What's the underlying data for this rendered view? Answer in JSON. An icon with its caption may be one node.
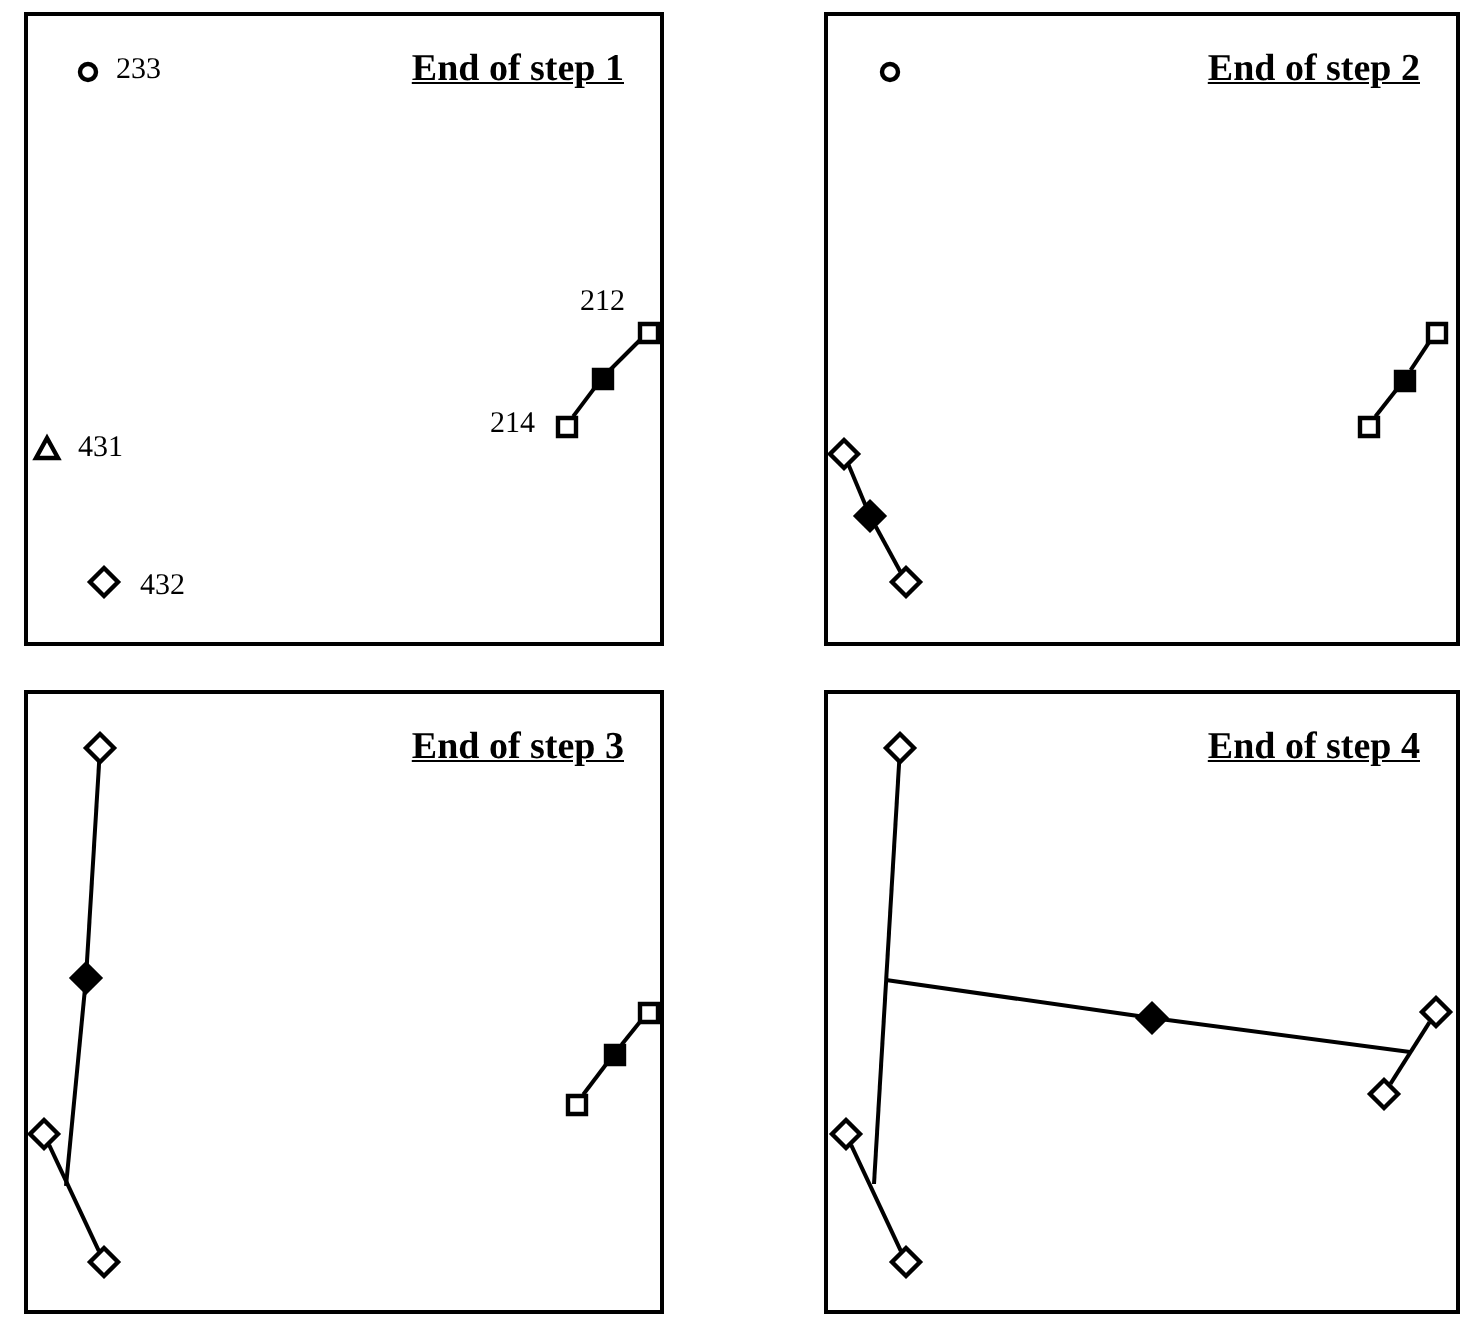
{
  "diagram": {
    "nodes": [
      {
        "text": [
          "End of step 1"
        ]
      },
      {
        "text": [],
        "shape": "circle",
        "in": 0,
        "beside": [
          "233"
        ]
      },
      {
        "text": [],
        "shape": "square",
        "in": 0,
        "beside": [
          "212"
        ]
      },
      {
        "text": [],
        "shape": "filled-square",
        "in": 0
      },
      {
        "text": [],
        "shape": "square",
        "in": 0,
        "beside": [
          "214"
        ]
      },
      {
        "text": [],
        "shape": "triangle",
        "in": 0,
        "beside": [
          "431"
        ]
      },
      {
        "text": [],
        "shape": "diamond",
        "in": 0,
        "beside": [
          "432"
        ]
      },
      {
        "text": [
          "End of step 2"
        ]
      },
      {
        "text": [],
        "shape": "circle",
        "in": 7
      },
      {
        "text": [],
        "shape": "diamond",
        "in": 7
      },
      {
        "text": [],
        "shape": "filled-diamond",
        "in": 7
      },
      {
        "text": [],
        "shape": "diamond",
        "in": 7
      },
      {
        "text": [],
        "shape": "square",
        "in": 7
      },
      {
        "text": [],
        "shape": "filled-square",
        "in": 7
      },
      {
        "text": [],
        "shape": "square",
        "in": 7
      },
      {
        "text": [
          "End of step 3"
        ]
      },
      {
        "text": [],
        "shape": "diamond",
        "in": 15
      },
      {
        "text": [],
        "shape": "filled-diamond",
        "in": 15
      },
      {
        "text": [],
        "shape": "diamond",
        "in": 15
      },
      {
        "text": [],
        "shape": "diamond",
        "in": 15
      },
      {
        "text": [],
        "shape": "square",
        "in": 15
      },
      {
        "text": [],
        "shape": "filled-square",
        "in": 15
      },
      {
        "text": [],
        "shape": "square",
        "in": 15
      },
      {
        "text": [
          "End of step 4"
        ]
      },
      {
        "text": [],
        "shape": "diamond",
        "in": 23
      },
      {
        "text": [],
        "shape": "diamond",
        "in": 23
      },
      {
        "text": [],
        "shape": "diamond",
        "in": 23
      },
      {
        "text": [],
        "shape": "filled-diamond",
        "in": 23
      },
      {
        "text": [],
        "shape": "diamond",
        "in": 23
      },
      {
        "text": [],
        "shape": "diamond",
        "in": 23
      }
    ],
    "edges": [
      {
        "from": 2,
        "to": 3,
        "arrow": "none"
      },
      {
        "from": 3,
        "to": 4,
        "arrow": "none"
      },
      {
        "from": 9,
        "to": 10,
        "arrow": "none"
      },
      {
        "from": 10,
        "to": 11,
        "arrow": "none"
      },
      {
        "from": 12,
        "to": 13,
        "arrow": "none"
      },
      {
        "from": 13,
        "to": 14,
        "arrow": "none"
      },
      {
        "from": 16,
        "to": 17,
        "arrow": "none"
      },
      {
        "from": 17,
        "to": null,
        "arrow": "none"
      },
      {
        "from": 18,
        "to": 19,
        "arrow": "none"
      },
      {
        "from": 20,
        "to": 21,
        "arrow": "none"
      },
      {
        "from": 21,
        "to": 22,
        "arrow": "none"
      },
      {
        "from": 24,
        "to": null,
        "arrow": "none"
      },
      {
        "from": null,
        "to": 27,
        "arrow": "none"
      },
      {
        "from": 27,
        "to": null,
        "arrow": "none"
      },
      {
        "from": 25,
        "to": 26,
        "arrow": "none"
      },
      {
        "from": 28,
        "to": 29,
        "arrow": "none"
      }
    ]
  }
}
